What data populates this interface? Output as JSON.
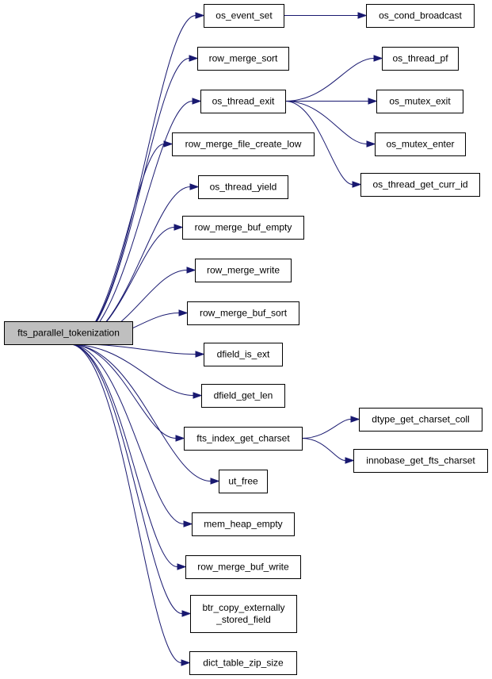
{
  "graph": {
    "root": "fts_parallel_tokenization",
    "nodes": {
      "fts_parallel_tokenization": [
        "fts_parallel_tokenization"
      ],
      "os_event_set": [
        "os_event_set"
      ],
      "os_cond_broadcast": [
        "os_cond_broadcast"
      ],
      "row_merge_sort": [
        "row_merge_sort"
      ],
      "os_thread_exit": [
        "os_thread_exit"
      ],
      "os_thread_pf": [
        "os_thread_pf"
      ],
      "os_mutex_exit": [
        "os_mutex_exit"
      ],
      "os_mutex_enter": [
        "os_mutex_enter"
      ],
      "os_thread_get_curr_id": [
        "os_thread_get_curr_id"
      ],
      "row_merge_file_create_low": [
        "row_merge_file_create_low"
      ],
      "os_thread_yield": [
        "os_thread_yield"
      ],
      "row_merge_buf_empty": [
        "row_merge_buf_empty"
      ],
      "row_merge_write": [
        "row_merge_write"
      ],
      "row_merge_buf_sort": [
        "row_merge_buf_sort"
      ],
      "dfield_is_ext": [
        "dfield_is_ext"
      ],
      "dfield_get_len": [
        "dfield_get_len"
      ],
      "fts_index_get_charset": [
        "fts_index_get_charset"
      ],
      "dtype_get_charset_coll": [
        "dtype_get_charset_coll"
      ],
      "innobase_get_fts_charset": [
        "innobase_get_fts_charset"
      ],
      "ut_free": [
        "ut_free"
      ],
      "mem_heap_empty": [
        "mem_heap_empty"
      ],
      "row_merge_buf_write": [
        "row_merge_buf_write"
      ],
      "btr_copy_externally_stored_field": [
        "btr_copy_externally",
        "_stored_field"
      ],
      "dict_table_zip_size": [
        "dict_table_zip_size"
      ]
    },
    "edges": [
      [
        "fts_parallel_tokenization",
        "os_event_set"
      ],
      [
        "fts_parallel_tokenization",
        "row_merge_sort"
      ],
      [
        "fts_parallel_tokenization",
        "os_thread_exit"
      ],
      [
        "fts_parallel_tokenization",
        "row_merge_file_create_low"
      ],
      [
        "fts_parallel_tokenization",
        "os_thread_yield"
      ],
      [
        "fts_parallel_tokenization",
        "row_merge_buf_empty"
      ],
      [
        "fts_parallel_tokenization",
        "row_merge_write"
      ],
      [
        "fts_parallel_tokenization",
        "row_merge_buf_sort"
      ],
      [
        "fts_parallel_tokenization",
        "dfield_is_ext"
      ],
      [
        "fts_parallel_tokenization",
        "dfield_get_len"
      ],
      [
        "fts_parallel_tokenization",
        "fts_index_get_charset"
      ],
      [
        "fts_parallel_tokenization",
        "ut_free"
      ],
      [
        "fts_parallel_tokenization",
        "mem_heap_empty"
      ],
      [
        "fts_parallel_tokenization",
        "row_merge_buf_write"
      ],
      [
        "fts_parallel_tokenization",
        "btr_copy_externally_stored_field"
      ],
      [
        "fts_parallel_tokenization",
        "dict_table_zip_size"
      ],
      [
        "os_event_set",
        "os_cond_broadcast"
      ],
      [
        "os_thread_exit",
        "os_thread_pf"
      ],
      [
        "os_thread_exit",
        "os_mutex_exit"
      ],
      [
        "os_thread_exit",
        "os_mutex_enter"
      ],
      [
        "os_thread_exit",
        "os_thread_get_curr_id"
      ],
      [
        "fts_index_get_charset",
        "dtype_get_charset_coll"
      ],
      [
        "fts_index_get_charset",
        "innobase_get_fts_charset"
      ]
    ]
  }
}
